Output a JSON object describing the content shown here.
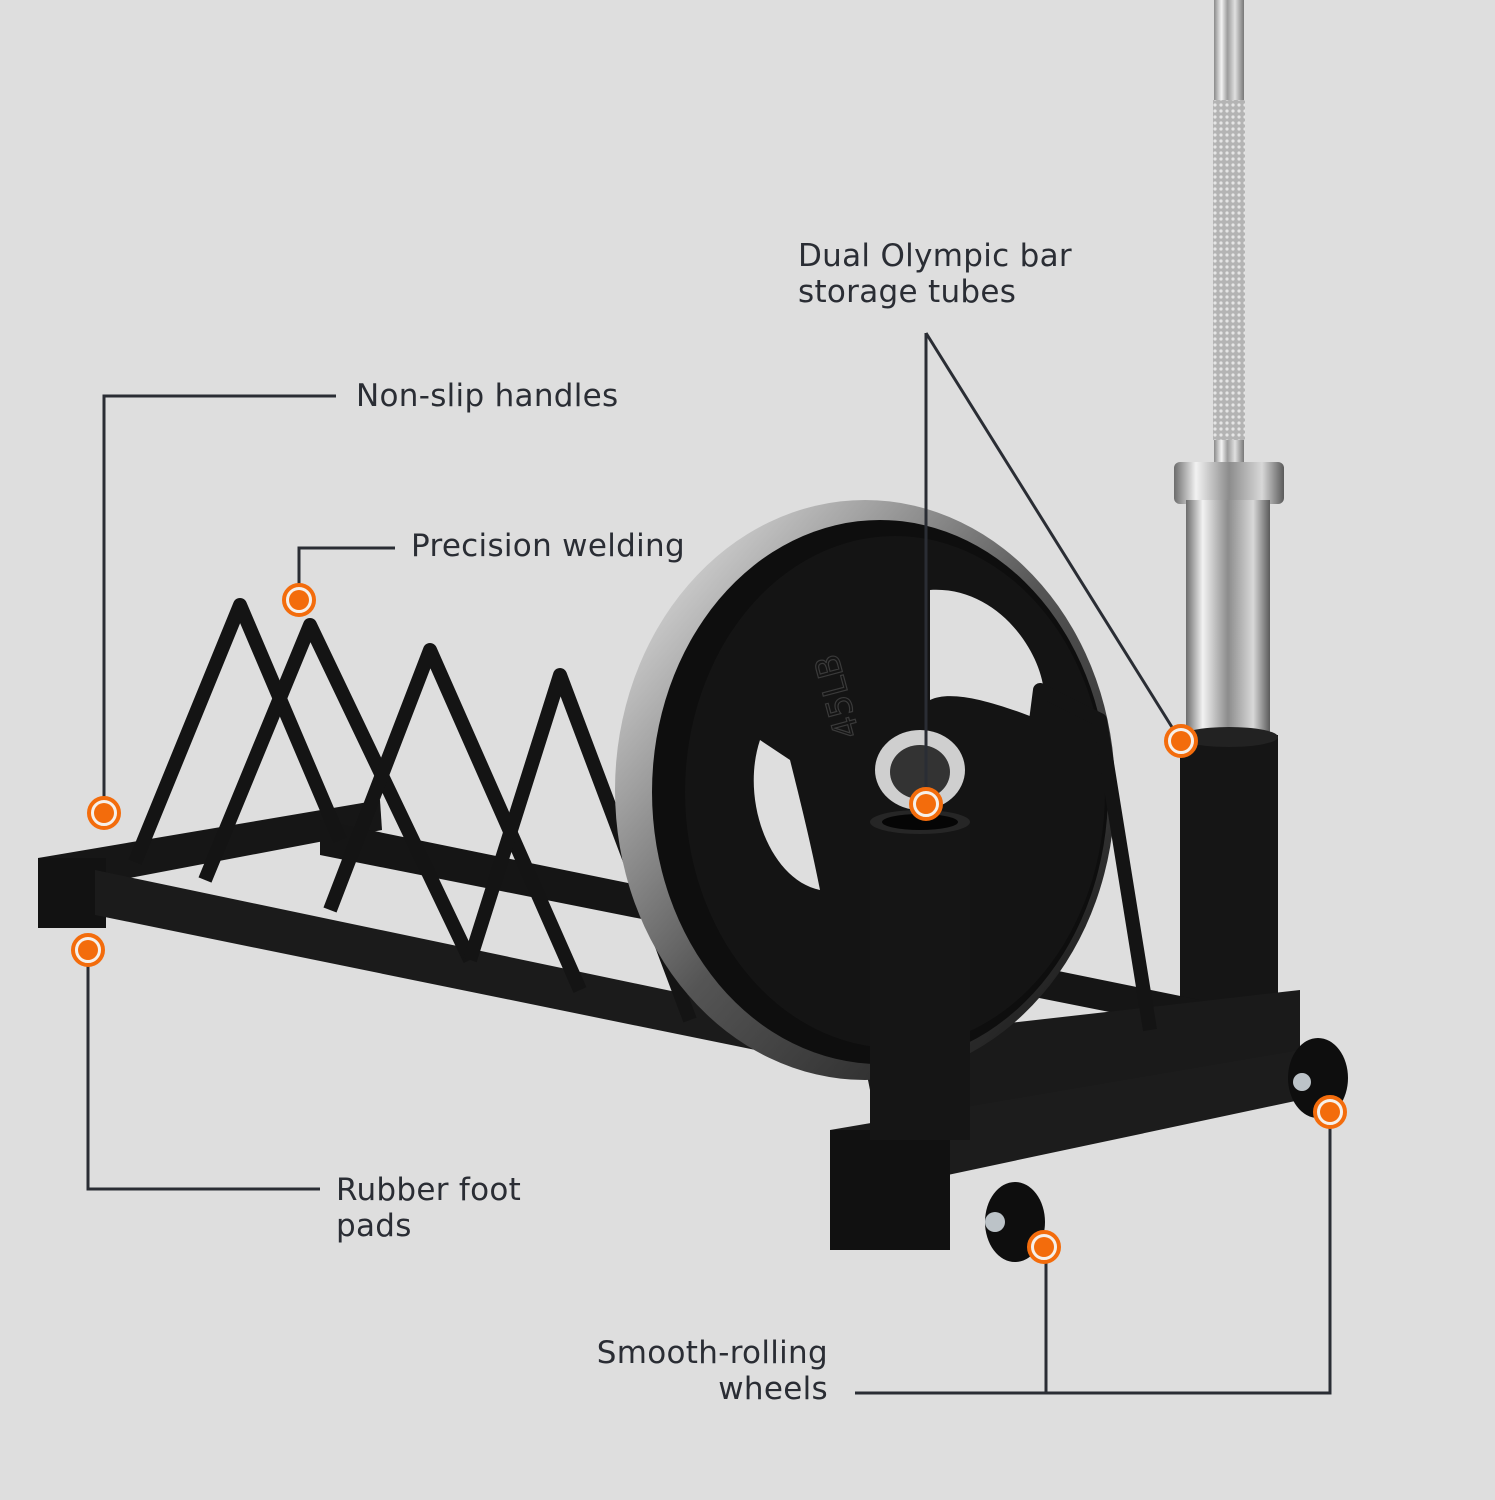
{
  "product": {
    "plate_marking": "45LB"
  },
  "colors": {
    "background": "#dedede",
    "callout_line": "#2a2d34",
    "callout_dot": "#f36c0c",
    "callout_ring": "#f6f0ea",
    "frame": "#141414"
  },
  "callouts": [
    {
      "id": "dual-olympic",
      "lines": [
        "Dual Olympic bar",
        "storage tubes"
      ]
    },
    {
      "id": "non-slip",
      "lines": [
        "Non-slip handles"
      ]
    },
    {
      "id": "welding",
      "lines": [
        "Precision welding"
      ]
    },
    {
      "id": "rubber",
      "lines": [
        "Rubber foot",
        "pads"
      ]
    },
    {
      "id": "wheels",
      "lines": [
        "Smooth-rolling",
        "wheels"
      ]
    }
  ]
}
